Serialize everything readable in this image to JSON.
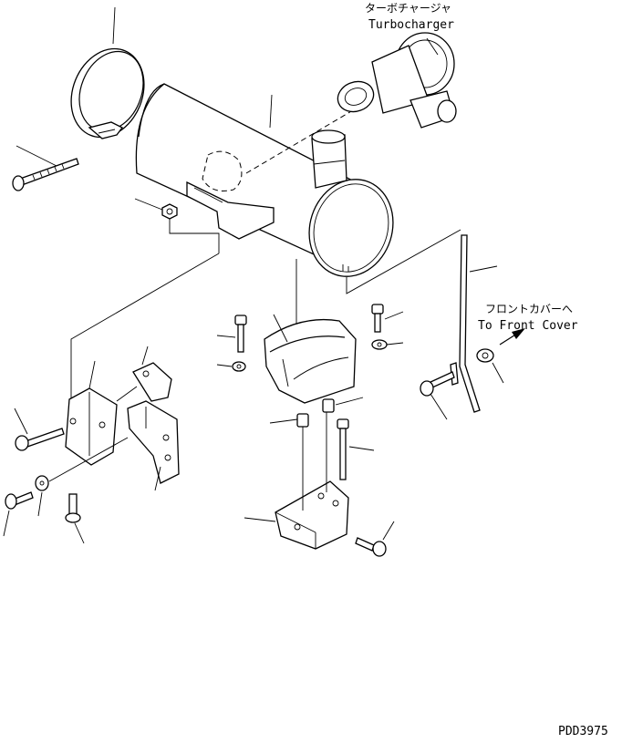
{
  "labels": {
    "turbocharger_jp": "ターボチャージャ",
    "turbocharger_en": "Turbocharger",
    "front_cover_jp": "フロントカバーへ",
    "front_cover_en": "To Front Cover",
    "drawing_code": "PDD3975"
  },
  "colors": {
    "line": "#000000",
    "background": "#ffffff"
  }
}
